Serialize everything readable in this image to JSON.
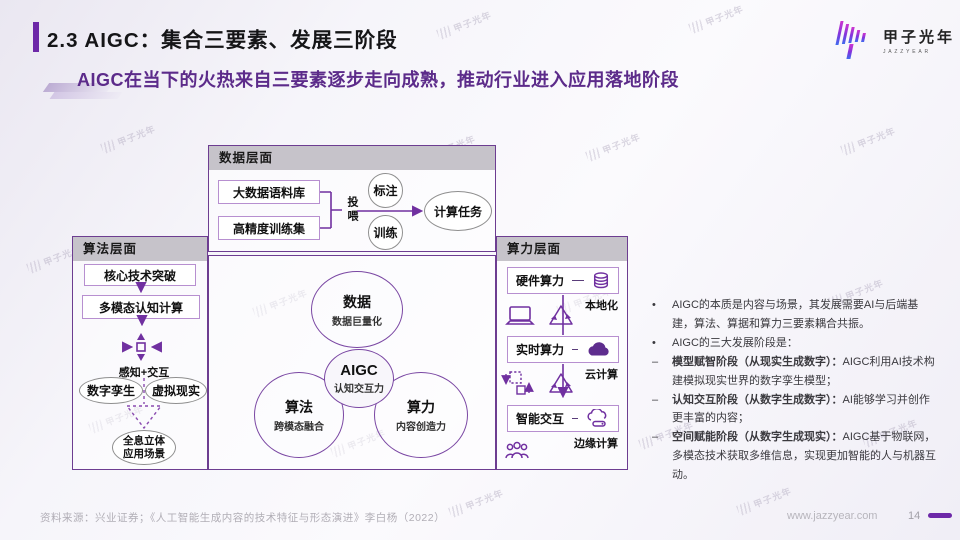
{
  "slide": {
    "title": "2.3 AIGC：集合三要素、发展三阶段",
    "subtitle": "AIGC在当下的火热来自三要素逐步走向成熟，推动行业进入应用落地阶段",
    "source": "资料来源：兴业证券；《人工智能生成内容的技术特征与形态演进》李白杨（2022）",
    "website": "www.jazzyear.com",
    "page_number": "14"
  },
  "logo": {
    "name": "甲子光年",
    "sub": "JAZZYEAR"
  },
  "watermark": {
    "text": "甲子光年"
  },
  "colors": {
    "accent": "#7030A0",
    "header_bg": "#C6C3CA",
    "subtitle": "#5C2B8A"
  },
  "diagram": {
    "data_layer": {
      "header": "数据层面",
      "box1": "大数据语料库",
      "box2": "高精度训练集",
      "feed_label": "投喂",
      "circle_top": "标注",
      "circle_bottom": "训练",
      "result": "计算任务"
    },
    "algorithm_layer": {
      "header": "算法层面",
      "box1": "核心技术突破",
      "box2": "多模态认知计算",
      "converge_label": "感知+交互",
      "ellipse1": "数字孪生",
      "ellipse2": "虚拟现实",
      "result_line1": "全息立体",
      "result_line2": "应用场景"
    },
    "power_layer": {
      "header": "算力层面",
      "row1": {
        "label": "硬件算力",
        "tag": "本地化"
      },
      "row2": {
        "label": "实时算力",
        "tag": "云计算"
      },
      "row3": {
        "label": "智能交互",
        "tag": "边缘计算"
      }
    },
    "venn": {
      "top": {
        "title": "数据",
        "sub": "数据巨量化"
      },
      "center": {
        "title": "AIGC",
        "sub": "认知交互力"
      },
      "left": {
        "title": "算法",
        "sub": "跨模态融合"
      },
      "right": {
        "title": "算力",
        "sub": "内容创造力"
      }
    }
  },
  "notes": {
    "items": [
      {
        "marker": "•",
        "lead": "",
        "text": "AIGC的本质是内容与场景，其发展需要AI与后端基建，算法、算据和算力三要素耦合共振。"
      },
      {
        "marker": "•",
        "lead": "",
        "text": "AIGC的三大发展阶段是："
      },
      {
        "marker": "–",
        "lead": "模型赋智阶段（从现实生成数字）：",
        "text": "AIGC利用AI技术构建模拟现实世界的数字孪生模型；"
      },
      {
        "marker": "–",
        "lead": "认知交互阶段（从数字生成数字）：",
        "text": "AI能够学习并创作更丰富的内容；"
      },
      {
        "marker": "–",
        "lead": "空间赋能阶段（从数字生成现实）：",
        "text": "AIGC基于物联网，多模态技术获取多维信息，实现更加智能的人与机器互动。"
      }
    ]
  }
}
